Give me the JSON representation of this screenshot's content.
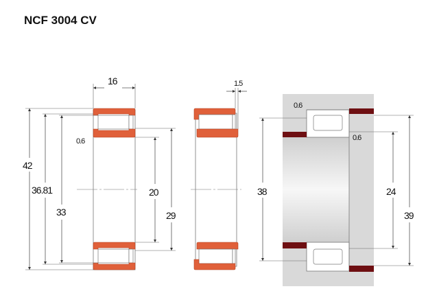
{
  "title": "NCF 3004 CV",
  "colors": {
    "ring": "#e0603a",
    "housing_shoulder": "#6e0f12",
    "housing": "#d9d9d9"
  },
  "cross_section_view": {
    "width": "16",
    "outer_diameter": "42",
    "outer_ring_raceway": "36.81",
    "roller_set_diameter": "33",
    "bore": "20",
    "inner_ring_shoulder": "29",
    "chamfer": "0.6"
  },
  "side_view": {
    "axial_displacement": "1.5"
  },
  "mounting_view": {
    "chamfer_top": "0.6",
    "chamfer_inner": "0.6",
    "housing_abutment": "38",
    "shaft_abutment": "24",
    "housing_shoulder": "39"
  }
}
